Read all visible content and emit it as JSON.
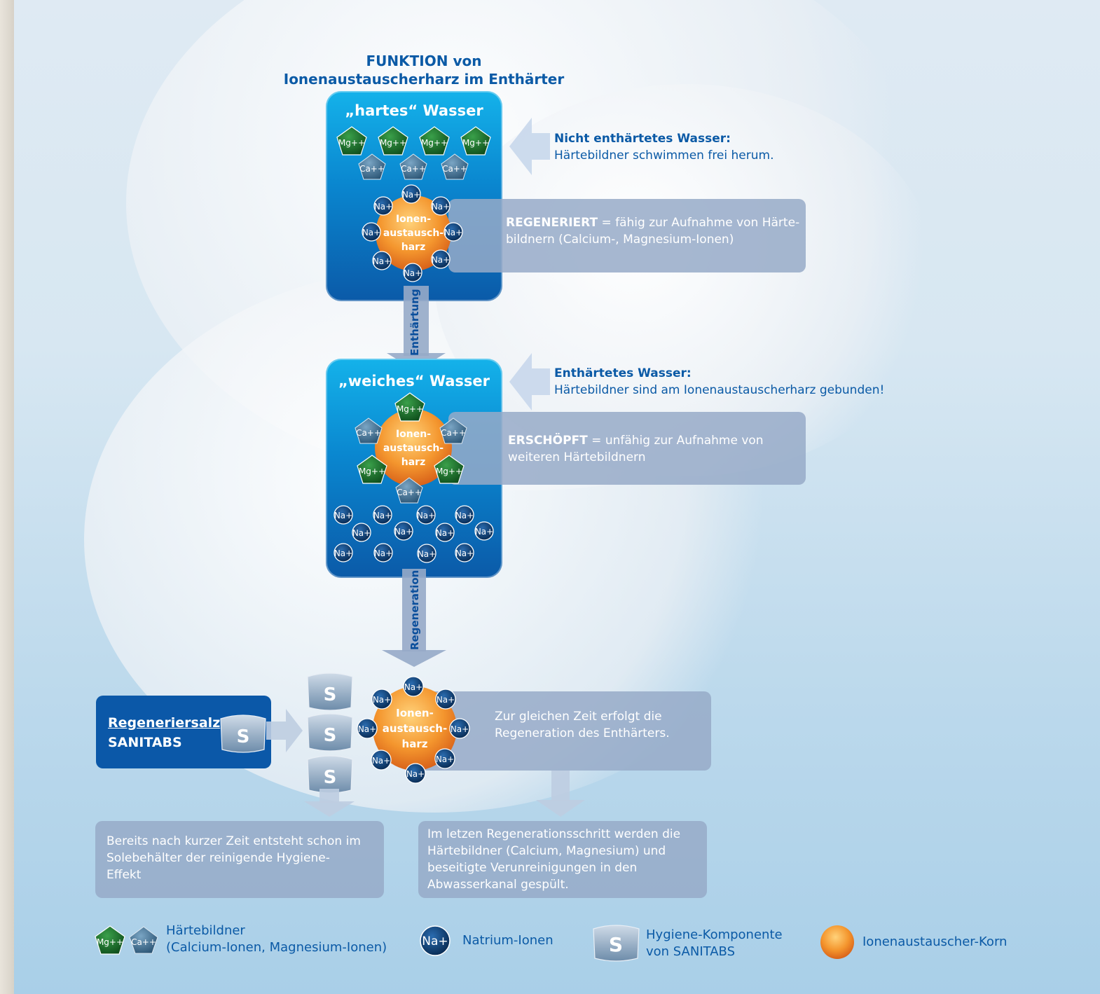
{
  "title": {
    "line1": "FUNKTION von",
    "line2": "Ionenaustauscherharz im Enthärter"
  },
  "ions": {
    "mg": "Mg++",
    "ca": "Ca++",
    "na": "Na+",
    "resin_line1": "Ionen-",
    "resin_line2": "austausch-",
    "resin_line3": "harz",
    "salt": "S"
  },
  "hard_panel": {
    "title": "„hartes“ Wasser"
  },
  "soft_panel": {
    "title": "„weiches“ Wasser"
  },
  "note_hard": {
    "bold": "Nicht enthärtetes Wasser:",
    "text": "Härtebildner schwimmen frei herum."
  },
  "note_soft": {
    "bold": "Enthärtetes Wasser:",
    "text": "Härtebildner sind am Ionenaustauscherharz gebunden!"
  },
  "info_regeneriert": {
    "bold": "REGENERIERT",
    "line1": " = fähig zur Aufnahme von Härte-",
    "line2": "bildnern (Calcium-, Magnesium-Ionen)"
  },
  "info_erschoepft": {
    "bold": "ERSCHÖPFT",
    "line1": " = unfähig zur Aufnahme von",
    "line2": "weiteren Härtebildnern"
  },
  "arrow_labels": {
    "softening": "Enthärtung",
    "regeneration": "Regeneration"
  },
  "salt_box": {
    "line1": "Regeneriersalz",
    "line2": "SANITABS"
  },
  "info_regeneration": {
    "line1": "Zur gleichen Zeit erfolgt die",
    "line2": "Regeneration des Enthärters."
  },
  "info_hygiene": {
    "line1": "Bereits nach kurzer Zeit entsteht schon im",
    "line2": "Solebehälter der reinigende Hygiene-",
    "line3": "Effekt"
  },
  "info_rinse": {
    "line1": "Im letzen Regenerationsschritt werden die",
    "line2": "Härtebildner (Calcium, Magnesium) und",
    "line3": "beseitigte Verunreinigungen in den",
    "line4": "Abwasserkanal gespült."
  },
  "legend": {
    "hardness_line1": "Härtebildner",
    "hardness_line2": "(Calcium-Ionen, Magnesium-Ionen)",
    "sodium": "Natrium-Ionen",
    "hygiene_line1": "Hygiene-Komponente",
    "hygiene_line2": "von SANITABS",
    "resin": "Ionenaustauscher-Korn"
  },
  "colors": {
    "brand_blue": "#0b5aa6",
    "panel_top": "#14b2ea",
    "panel_bottom": "#0b5aa8",
    "mg_green": "#1f7a2c",
    "ca_slate": "#3f6d8f",
    "na_navy": "#0d3f7a",
    "resin_orange": "#f08a2a",
    "info_box": "#96aac8"
  }
}
